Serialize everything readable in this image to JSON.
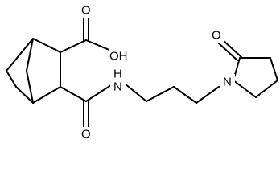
{
  "diagram": {
    "labels": {
      "carboxyl_oh": "OH",
      "carboxyl_o": "O",
      "amide_o": "O",
      "amide_nh": "H",
      "amide_n": "N",
      "lactam_o": "O",
      "ring_n": "N"
    }
  }
}
